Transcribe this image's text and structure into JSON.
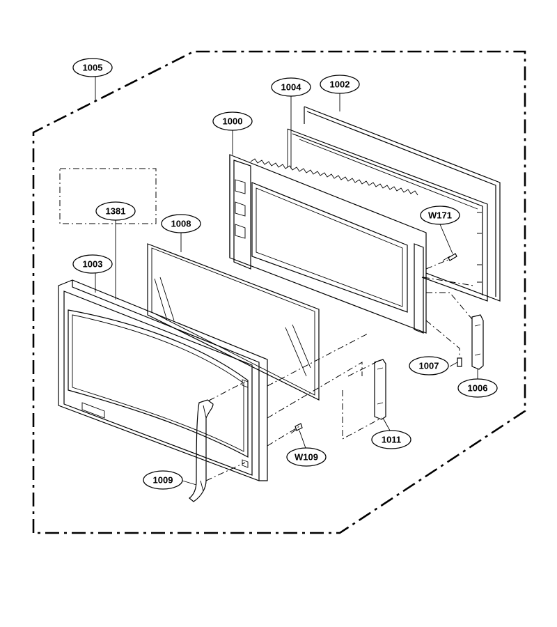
{
  "diagram": {
    "parts": [
      {
        "id": "1005"
      },
      {
        "id": "1004"
      },
      {
        "id": "1002"
      },
      {
        "id": "1000"
      },
      {
        "id": "W171"
      },
      {
        "id": "1381"
      },
      {
        "id": "1008"
      },
      {
        "id": "1003"
      },
      {
        "id": "1007"
      },
      {
        "id": "1006"
      },
      {
        "id": "1011"
      },
      {
        "id": "W109"
      },
      {
        "id": "1009"
      }
    ]
  }
}
